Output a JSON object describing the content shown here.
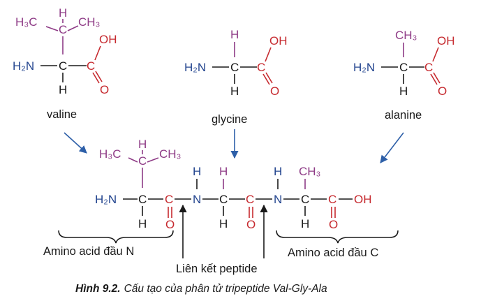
{
  "colors": {
    "amino": "#23458f",
    "carbon_chain": "#1a1a1a",
    "carboxyl": "#c62a2f",
    "side_chain": "#8e3b86",
    "arrow": "#2d5fa8"
  },
  "atoms": {
    "H2N": "H₂N",
    "H3C": "H₃C",
    "CH3": "CH₃",
    "C": "C",
    "H": "H",
    "N": "N",
    "O": "O",
    "OH": "OH"
  },
  "labels": {
    "valine": "valine",
    "glycine": "glycine",
    "alanine": "alanine",
    "n_terminus": "Amino acid đầu N",
    "c_terminus": "Amino acid đầu C",
    "peptide_bond": "Liên kết peptide"
  },
  "caption": {
    "figure_number": "Hình 9.2.",
    "text": "Cấu tạo của phân tử tripeptide Val-Gly-Ala"
  }
}
